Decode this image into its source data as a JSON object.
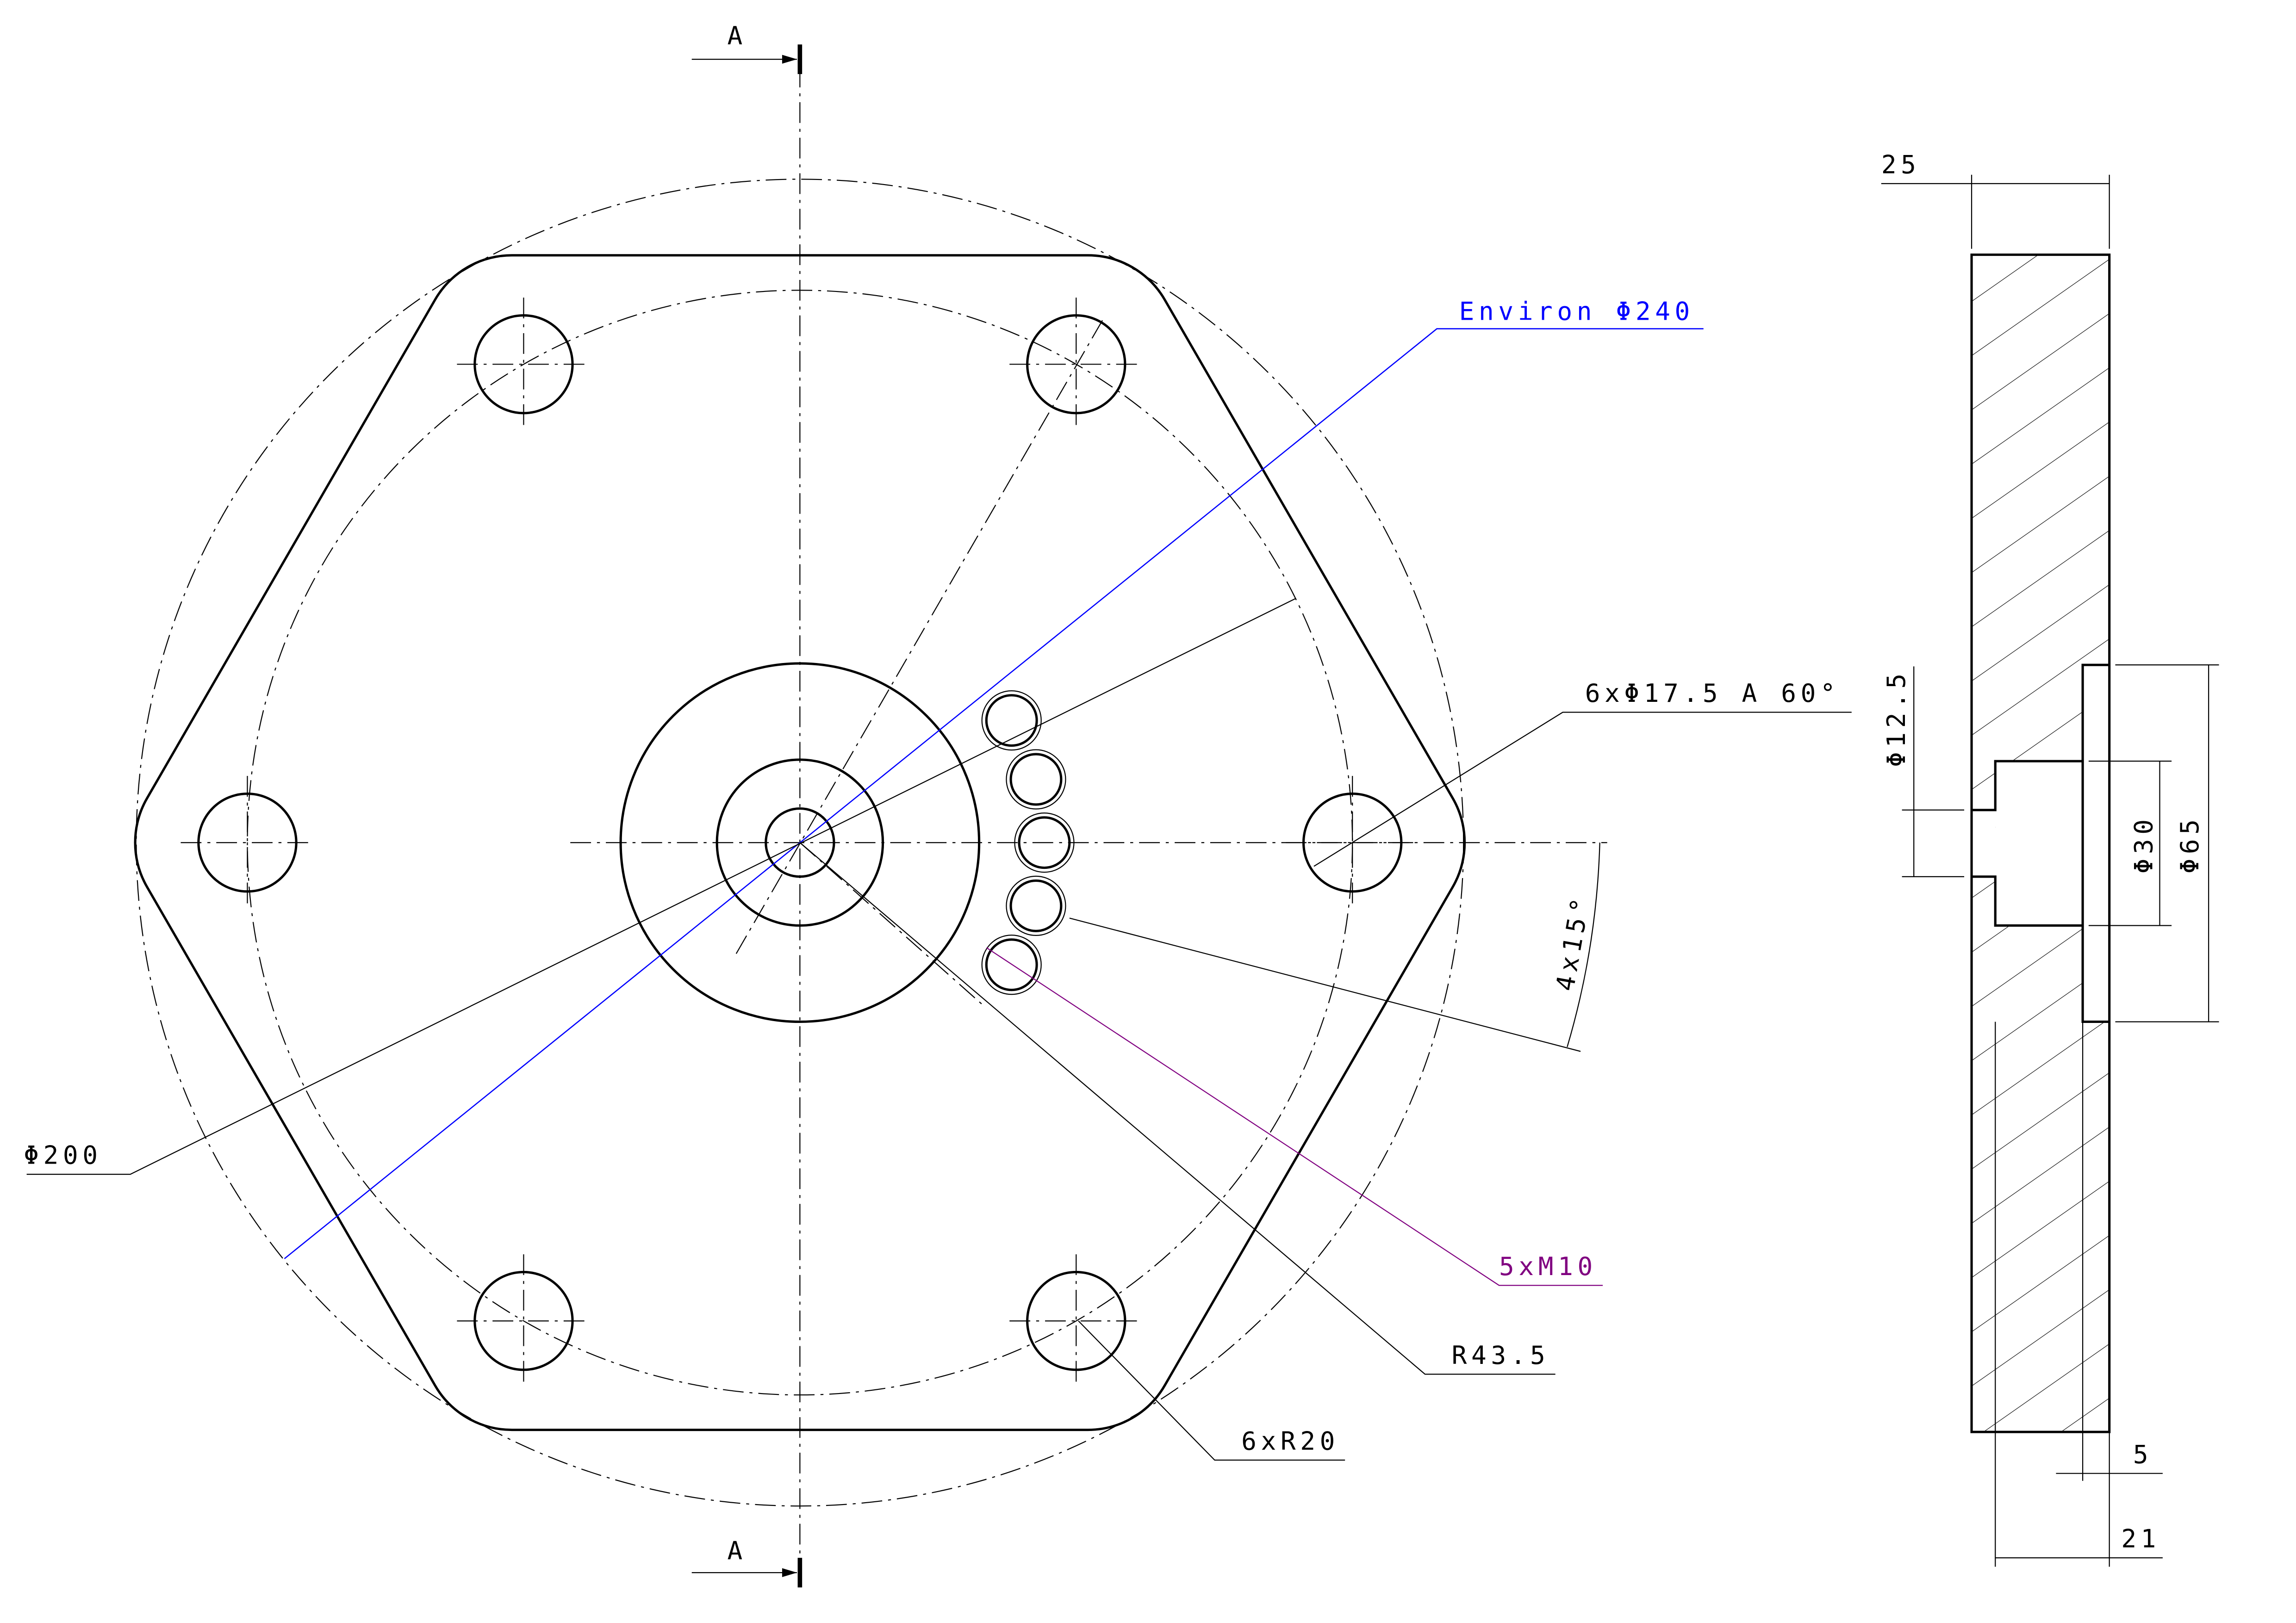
{
  "colors": {
    "line": "#000000",
    "environ": "#0000ff",
    "thread": "#800080"
  },
  "front_view": {
    "section_label_top": "A",
    "section_label_bottom": "A",
    "environ_label": "Environ Φ240",
    "holes_label": "6xΦ17.5 A 60°",
    "angle_label": "4x15°",
    "pitch_diameter_label": "Φ200",
    "thread_label": "5xM10",
    "radius_label": "R43.5",
    "corner_radius_label": "6xR20"
  },
  "section_view": {
    "thickness_label": "25",
    "bore_label": "Φ12.5",
    "pocket_label": "Φ30",
    "recess_label": "Φ65",
    "recess_depth_label": "5",
    "pocket_depth_label": "21"
  }
}
